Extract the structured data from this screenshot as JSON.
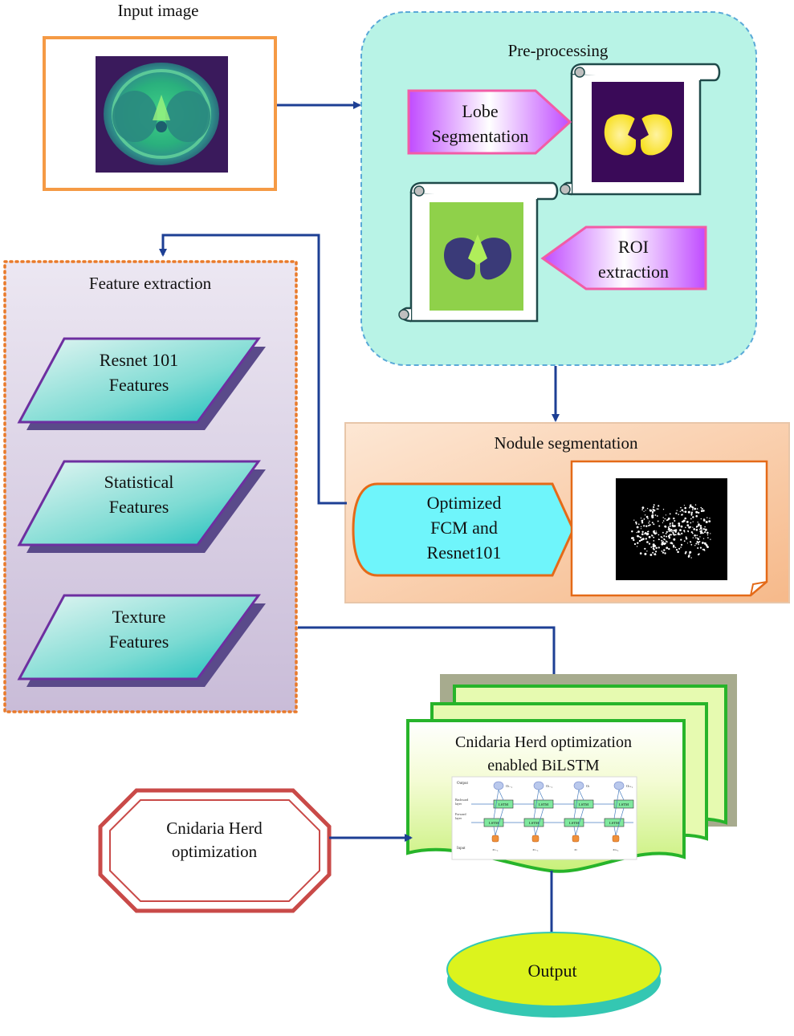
{
  "input": {
    "title": "Input image"
  },
  "preprocessing": {
    "title": "Pre-processing",
    "lobe_line1": "Lobe",
    "lobe_line2": "Segmentation",
    "roi_line1": "ROI",
    "roi_line2": "extraction"
  },
  "feature_extraction": {
    "title": "Feature extraction",
    "items": [
      {
        "line1": "Resnet 101",
        "line2": "Features"
      },
      {
        "line1": "Statistical",
        "line2": "Features"
      },
      {
        "line1": "Texture",
        "line2": "Features"
      }
    ]
  },
  "nodule": {
    "title": "Nodule segmentation",
    "line1": "Optimized",
    "line2": "FCM and",
    "line3": "Resnet101"
  },
  "optimizer": {
    "line1": "Cnidaria Herd",
    "line2": "optimization"
  },
  "classifier": {
    "line1": "Cnidaria Herd optimization",
    "line2": "enabled BiLSTM",
    "bilstm": {
      "output_label": "Output",
      "backward_label": "Backward",
      "backward_label2": "layer",
      "forward_label": "Forward",
      "forward_label2": "layer",
      "input_label": "Input",
      "cell_label": "LSTM",
      "outputs": [
        "Oₜ₋₁",
        "Oₜ₋₁",
        "Oₜ",
        "Oₜ₊₁"
      ],
      "inputs": [
        "xₜ₋₁",
        "xₜ₋₁",
        "xₜ",
        "xₜ₊₁"
      ]
    }
  },
  "output": {
    "label": "Output"
  },
  "colors": {
    "arrow": "#1d3f94",
    "input_border": "#f59a45",
    "preprocess_fill": "#b8f3e6",
    "preprocess_border": "#5aa9d8",
    "feature_fill": "#e8e2ef",
    "feature_border": "#e97a2a",
    "nodule_fill": "#fbd9bd",
    "classifier_fill": "#e6fab0",
    "classifier_border": "#27b42a",
    "output_fill": "#dcf31d",
    "output_rim": "#34c7b2"
  }
}
